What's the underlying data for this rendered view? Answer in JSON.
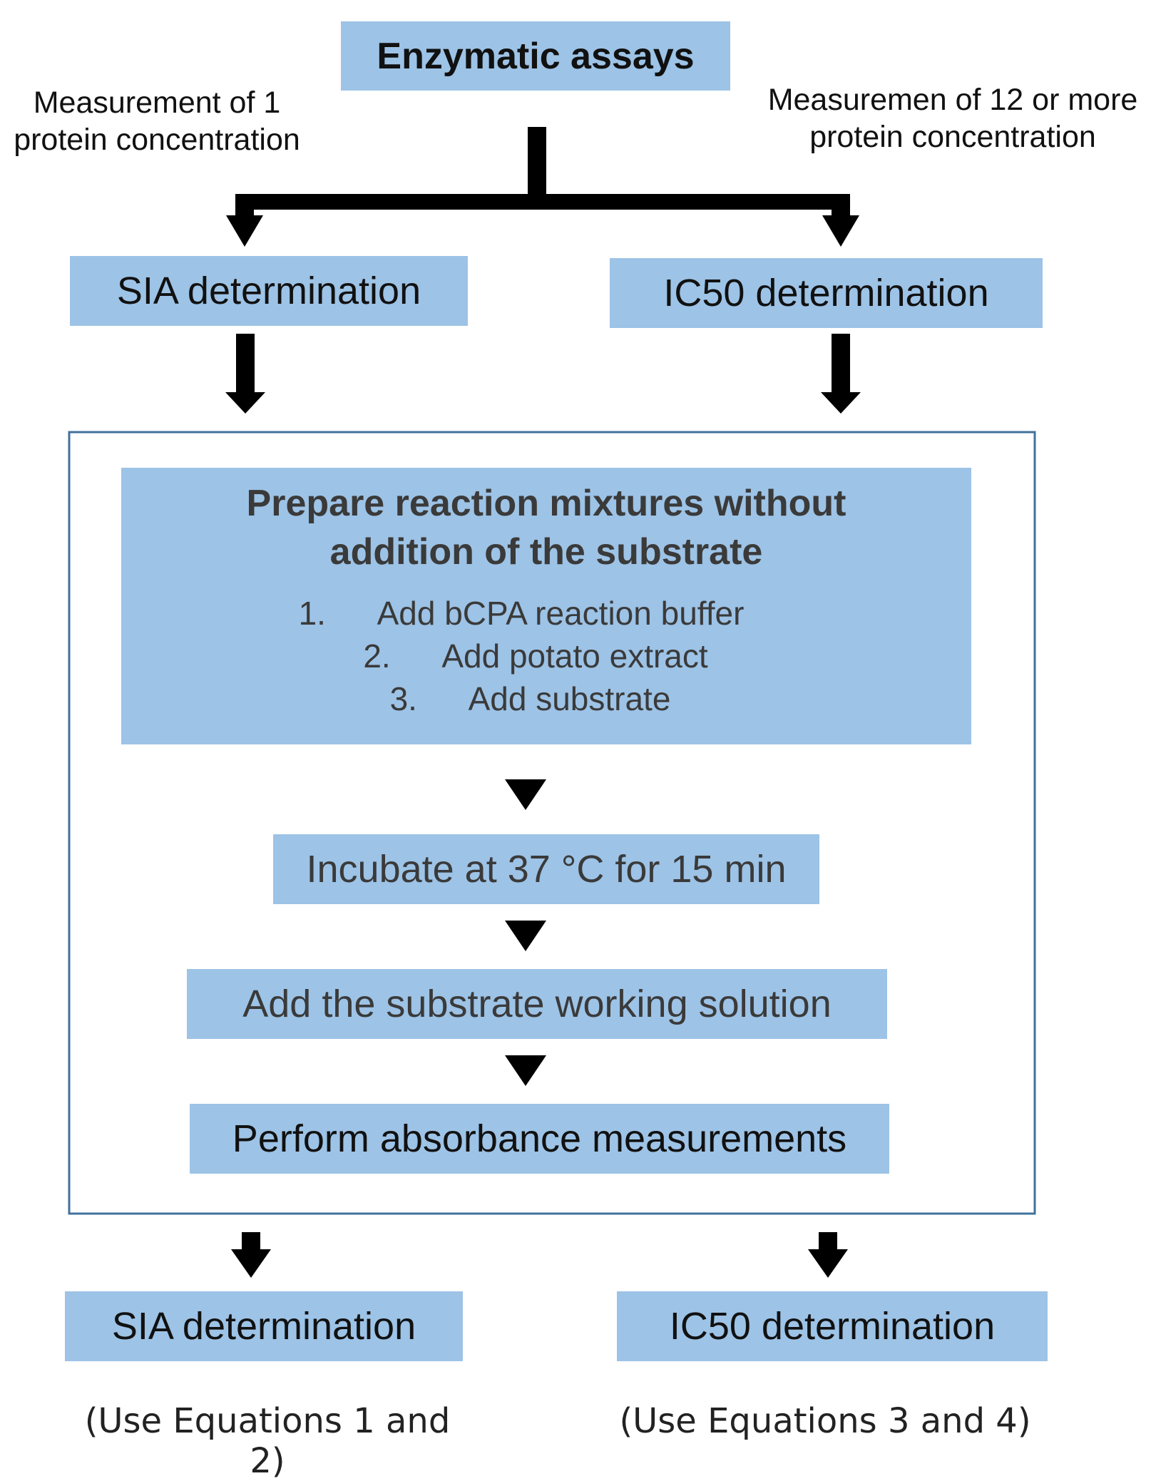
{
  "title": "Enzymatic assays",
  "branch_left_label": "Measurement of 1 protein concentration",
  "branch_right_label": "Measuremen of 12 or more protein concentration",
  "left_top": "SIA determination",
  "right_top": "IC50 determination",
  "prepare": {
    "heading_line1": "Prepare reaction mixtures without",
    "heading_line2": "addition of the substrate",
    "steps": [
      {
        "num": "1.",
        "text": "Add bCPA reaction buffer"
      },
      {
        "num": "2.",
        "text": "Add potato extract"
      },
      {
        "num": "3.",
        "text": "Add substrate"
      }
    ]
  },
  "incubate": "Incubate at 37 °C for 15 min",
  "add_substrate": "Add the substrate working solution",
  "absorbance": "Perform absorbance measurements",
  "left_bottom": "SIA determination",
  "right_bottom": "IC50 determination",
  "left_note": "(Use Equations 1 and 2)",
  "right_note": "(Use Equations 3 and 4)"
}
